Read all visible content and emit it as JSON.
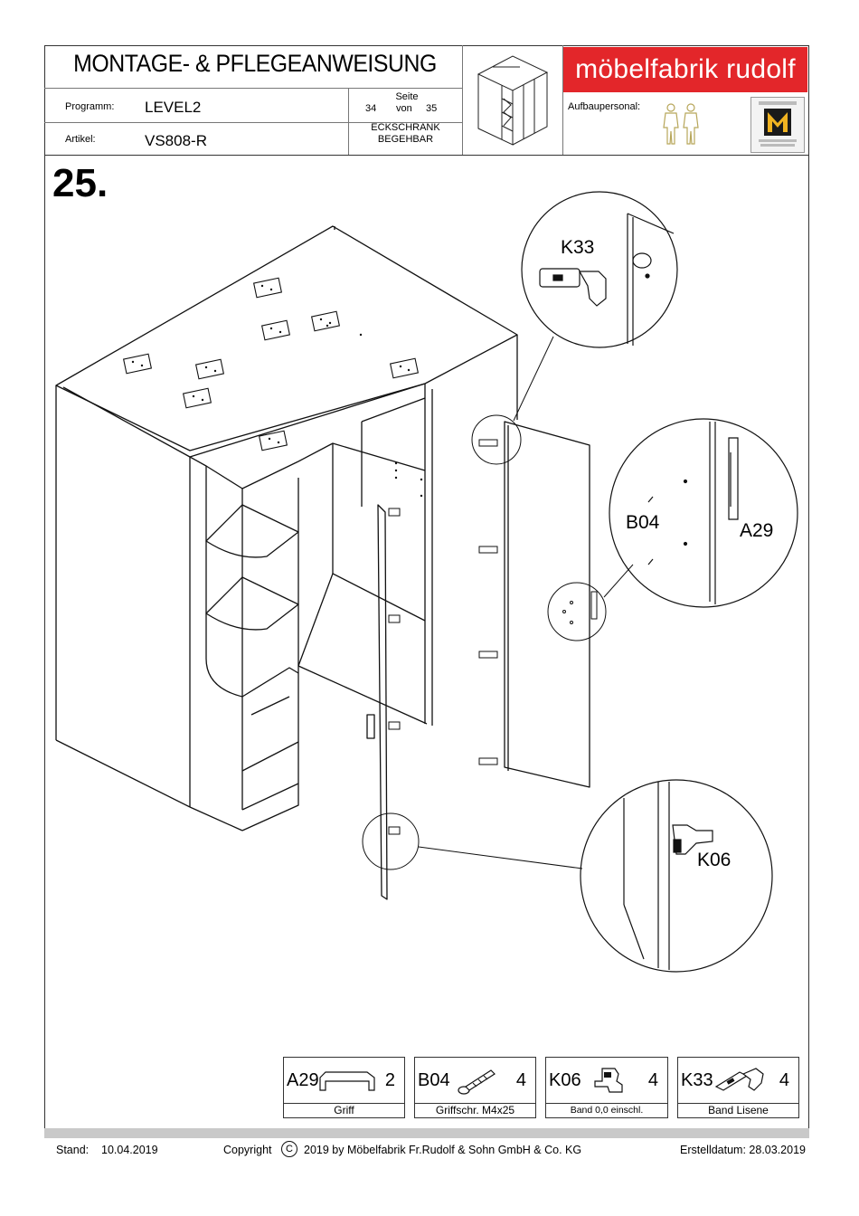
{
  "header": {
    "title": "MONTAGE- & PFLEGEANWEISUNG",
    "programm_label": "Programm:",
    "programm_value": "LEVEL2",
    "artikel_label": "Artikel:",
    "artikel_value": "VS808-R",
    "seite_label": "Seite",
    "seite_current": "34",
    "seite_von": "von",
    "seite_total": "35",
    "product_line1": "ECKSCHRANK",
    "product_line2": "BEGEHBAR",
    "brand": "möbelfabrik rudolf",
    "aufbaupersonal_label": "Aufbaupersonal:"
  },
  "step": {
    "number": "25."
  },
  "callouts": {
    "k33": "K33",
    "b04": "B04",
    "a29": "A29",
    "k06": "K06"
  },
  "parts": [
    {
      "code": "A29",
      "qty": "2",
      "desc": "Griff",
      "icon": "handle-icon"
    },
    {
      "code": "B04",
      "qty": "4",
      "desc": "Griffschr. M4x25",
      "icon": "screw-icon"
    },
    {
      "code": "K06",
      "qty": "4",
      "desc": "Band 0,0 einschl.",
      "icon": "hinge-icon"
    },
    {
      "code": "K33",
      "qty": "4",
      "desc": "Band Lisene",
      "icon": "hinge-lisene-icon"
    }
  ],
  "footer": {
    "stand_label": "Stand:",
    "stand_date": "10.04.2019",
    "copyright_pre": "Copyright",
    "copyright_symbol": "C",
    "copyright_post": "2019  by Möbelfabrik Fr.Rudolf & Sohn GmbH & Co. KG",
    "erstell": "Erstelldatum: 28.03.2019"
  },
  "colors": {
    "brand_red": "#e3262a",
    "person_gold": "#b7a65a"
  }
}
